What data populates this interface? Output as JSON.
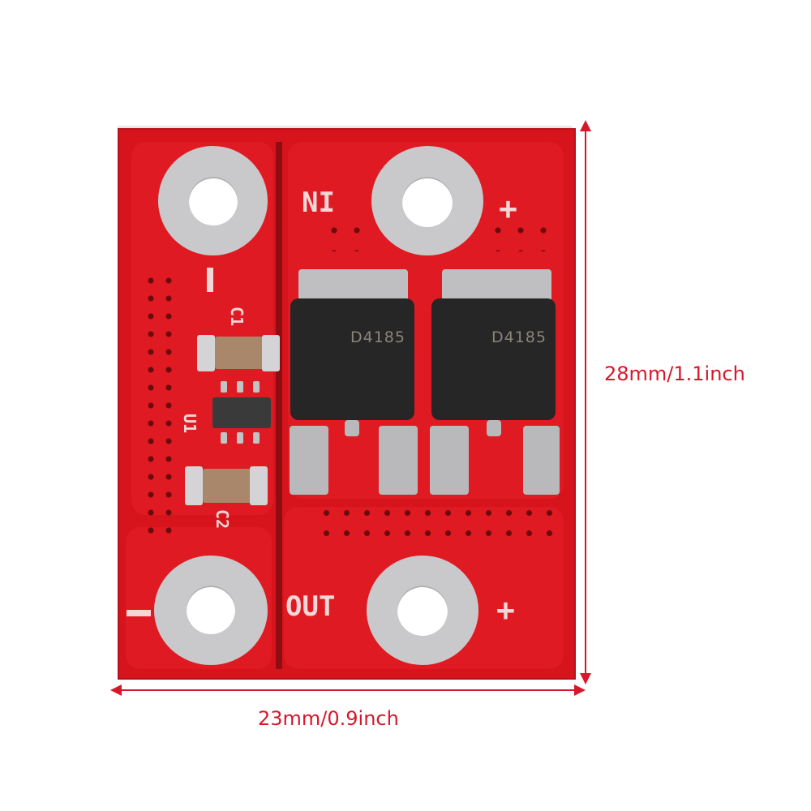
{
  "product": {
    "type": "ideal diode / anti-reverse module PCB",
    "board_color": "#d7141c"
  },
  "silkscreen": {
    "input_label": "NI",
    "input_plus": "+",
    "input_minus": "—",
    "output_label": "OUT",
    "output_plus": "+",
    "output_minus": "—",
    "c1": "C1",
    "u1": "U1",
    "c2": "C2"
  },
  "components": {
    "mosfet_1_marking": "D4185",
    "mosfet_2_marking": "D4185"
  },
  "dimensions": {
    "height_label": "28mm/1.1inch",
    "width_label": "23mm/0.9inch",
    "color": "#d6182b"
  }
}
